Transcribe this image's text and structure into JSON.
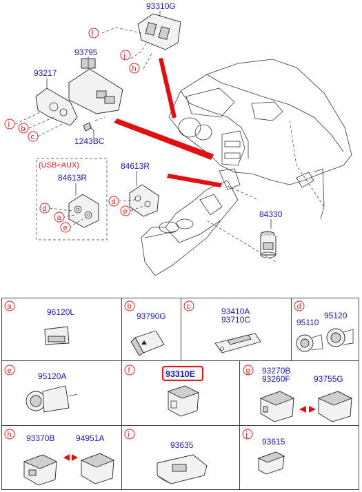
{
  "top": {
    "callouts": {
      "p93310G": "93310G",
      "p93795": "93795",
      "p93217": "93217",
      "p1243BC": "1243BC",
      "p84613R_usb": "84613R",
      "p84613R": "84613R",
      "p84330": "84330",
      "usb_aux_label": "(USB+AUX)"
    },
    "letters": {
      "f": "f",
      "j": "j",
      "h": "h",
      "i": "i",
      "b": "b",
      "c": "c",
      "d": "d",
      "a": "a",
      "e": "e",
      "e2": "e",
      "d2": "d"
    }
  },
  "grid": {
    "cells": [
      {
        "key": "a",
        "parts": [
          "96120L"
        ]
      },
      {
        "key": "b",
        "parts": [
          "93790G"
        ]
      },
      {
        "key": "c",
        "parts": [
          "93410A",
          "93710C"
        ]
      },
      {
        "key": "d",
        "parts": [
          "95110",
          "95120"
        ]
      },
      {
        "key": "e",
        "parts": [
          "95120A"
        ]
      },
      {
        "key": "f",
        "parts": [
          "93310E"
        ]
      },
      {
        "key": "g",
        "parts": [
          "93270B",
          "93260F",
          "93755G"
        ]
      },
      {
        "key": "h",
        "parts": [
          "93370B",
          "94951A"
        ]
      },
      {
        "key": "i",
        "parts": [
          "93635"
        ]
      },
      {
        "key": "j",
        "parts": [
          "93615"
        ]
      }
    ],
    "highlight_color": "#d62020"
  },
  "colors": {
    "part_number": "#1a1aa8",
    "callout": "#d62020"
  }
}
